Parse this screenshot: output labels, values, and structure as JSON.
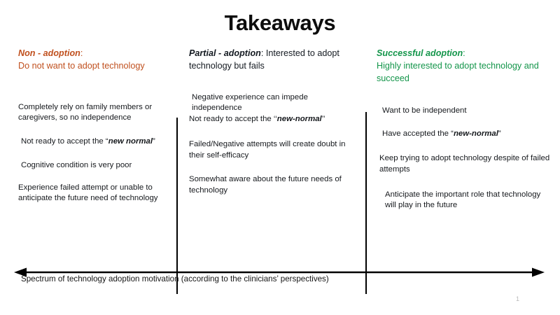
{
  "slide": {
    "title": "Takeaways",
    "page_number": "1",
    "colors": {
      "non_adoption": "#C0501E",
      "partial_adoption": "#141A21",
      "successful_adoption": "#13954A",
      "body_text": "#16191d",
      "divider": "#000000",
      "page_number": "#b9b9b9"
    }
  },
  "columns": [
    {
      "id": "non-adoption",
      "header_lead": "Non - adoption",
      "header_lead_suffix": ":",
      "header_rest": "Do not want to adopt technology",
      "bullets": [
        {
          "pre": "Completely rely on family members or caregivers, so no independence",
          "emph": "",
          "post": ""
        },
        {
          "pre": "Not ready to accept the “",
          "emph": "new normal",
          "post": "”"
        },
        {
          "pre": "Cognitive condition is very poor",
          "emph": "",
          "post": ""
        },
        {
          "pre": "Experience failed attempt or unable to anticipate the future need of technology",
          "emph": "",
          "post": ""
        }
      ]
    },
    {
      "id": "partial-adoption",
      "header_lead": "Partial - adoption",
      "header_lead_suffix": ":",
      "header_rest": " Interested to adopt technology but fails",
      "bullets": [
        {
          "pre": "Negative experience can impede independence",
          "emph": "",
          "post": ""
        },
        {
          "pre": "Not ready to accept the ‘‘",
          "emph": "new-normal",
          "post": "’’"
        },
        {
          "pre": "Failed/Negative attempts will create doubt in their self-efficacy",
          "emph": "",
          "post": ""
        },
        {
          "pre": "Somewhat aware about the future needs of technology",
          "emph": "",
          "post": ""
        }
      ]
    },
    {
      "id": "successful-adoption",
      "header_lead": "Successful adoption",
      "header_lead_suffix": ":",
      "header_rest": "Highly interested to adopt technology and succeed",
      "bullets": [
        {
          "pre": "Want to be independent",
          "emph": "",
          "post": ""
        },
        {
          "pre": "Have accepted the “",
          "emph": "new-normal",
          "post": "”"
        },
        {
          "pre": "Keep trying to adopt technology despite of failed attempts",
          "emph": "",
          "post": ""
        },
        {
          "pre": "Anticipate the important role that technology will play in the future",
          "emph": "",
          "post": ""
        }
      ]
    }
  ],
  "spectrum": {
    "caption": "Spectrum of technology adoption motivation (according to the clinicians’ perspectives)",
    "arrow": "double-headed-horizontal-arrow"
  }
}
